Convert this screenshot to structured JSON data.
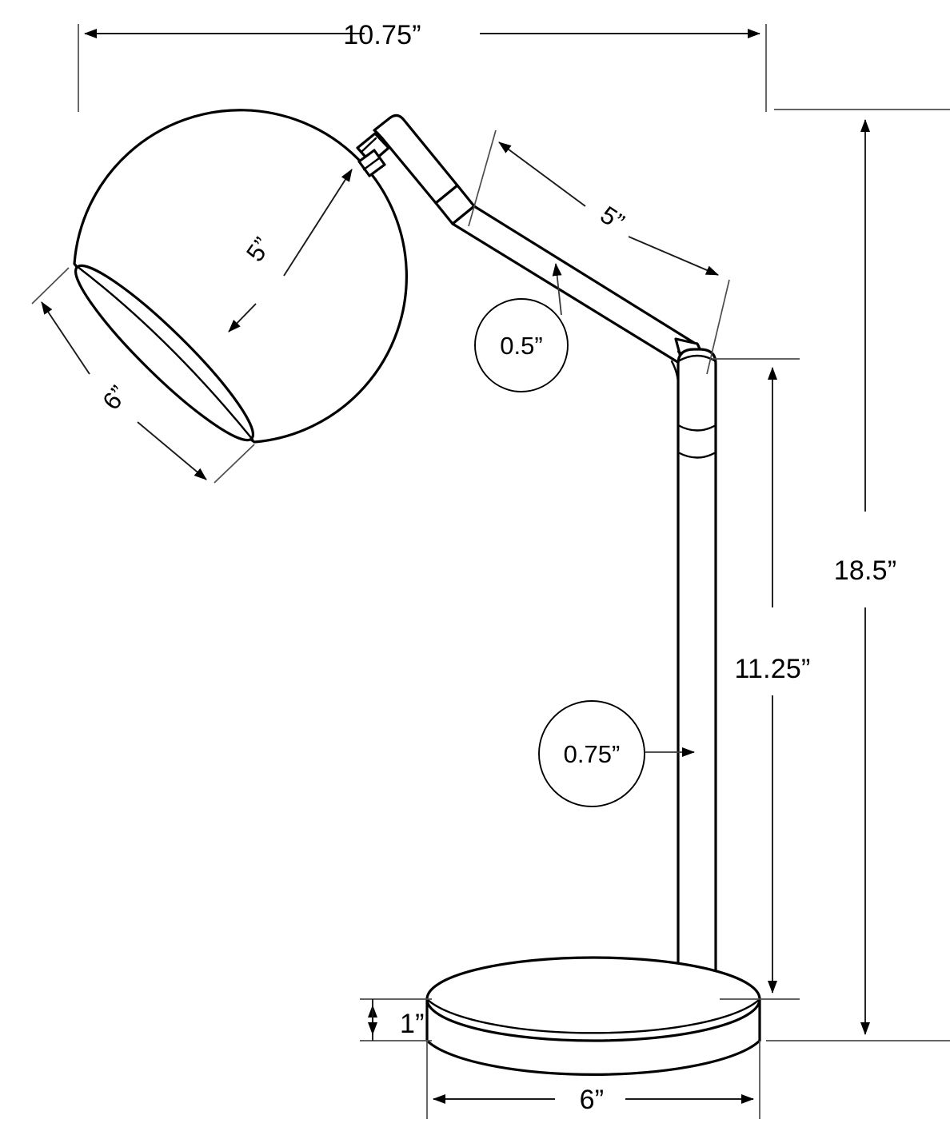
{
  "drawing": {
    "title": "Desk Lamp Dimensioned Technical Drawing",
    "units": "inches",
    "line_color": "#000000",
    "background_color": "#ffffff"
  },
  "dimensions": {
    "overall_width": "10.75”",
    "shade_depth": "5”",
    "shade_opening": "6”",
    "arm_length": "5”",
    "arm_diameter": "0.5”",
    "post_diameter": "0.75”",
    "post_height": "11.25”",
    "overall_height": "18.5”",
    "base_height": "1”",
    "base_diameter": "6”"
  },
  "parts": {
    "shade": "lamp-shade-dome",
    "shade_opening": "shade-opening-ellipse",
    "upper_joint": "shade-swivel-joint",
    "arm": "adjustable-arm",
    "arm_sleeve": "arm-sleeve-collar",
    "lower_joint": "arm-post-joint",
    "post": "vertical-post",
    "post_collar": "post-collar-band",
    "base": "round-base-disc"
  }
}
